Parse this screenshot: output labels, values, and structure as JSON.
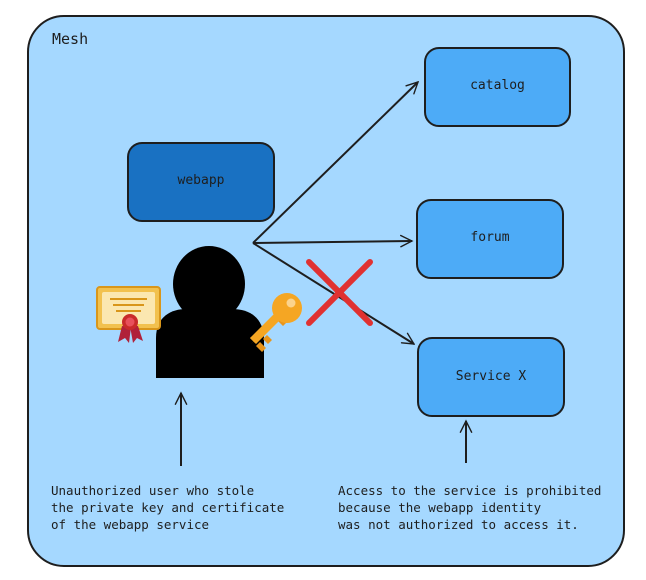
{
  "mesh": {
    "label": "Mesh"
  },
  "services": {
    "webapp": "webapp",
    "catalog": "catalog",
    "forum": "forum",
    "service_x": "Service X"
  },
  "notes": {
    "attacker": [
      "Unauthorized user who stole",
      "the private key and certificate",
      "of the webapp service"
    ],
    "denied": [
      "Access to the service is prohibited",
      "because the webapp identity",
      "was not authorized to access it."
    ]
  },
  "icons": {
    "user": "user-silhouette-icon",
    "certificate": "certificate-icon",
    "key": "key-icon",
    "denied": "red-cross-icon"
  },
  "colors": {
    "mesh_fill": "#a5d8ff",
    "box_light": "#4dabf7",
    "box_dark": "#1971c2",
    "stroke": "#1e1e1e",
    "cross": "#e03131",
    "key": "#f5a623",
    "certificate": "#f2c14e"
  }
}
